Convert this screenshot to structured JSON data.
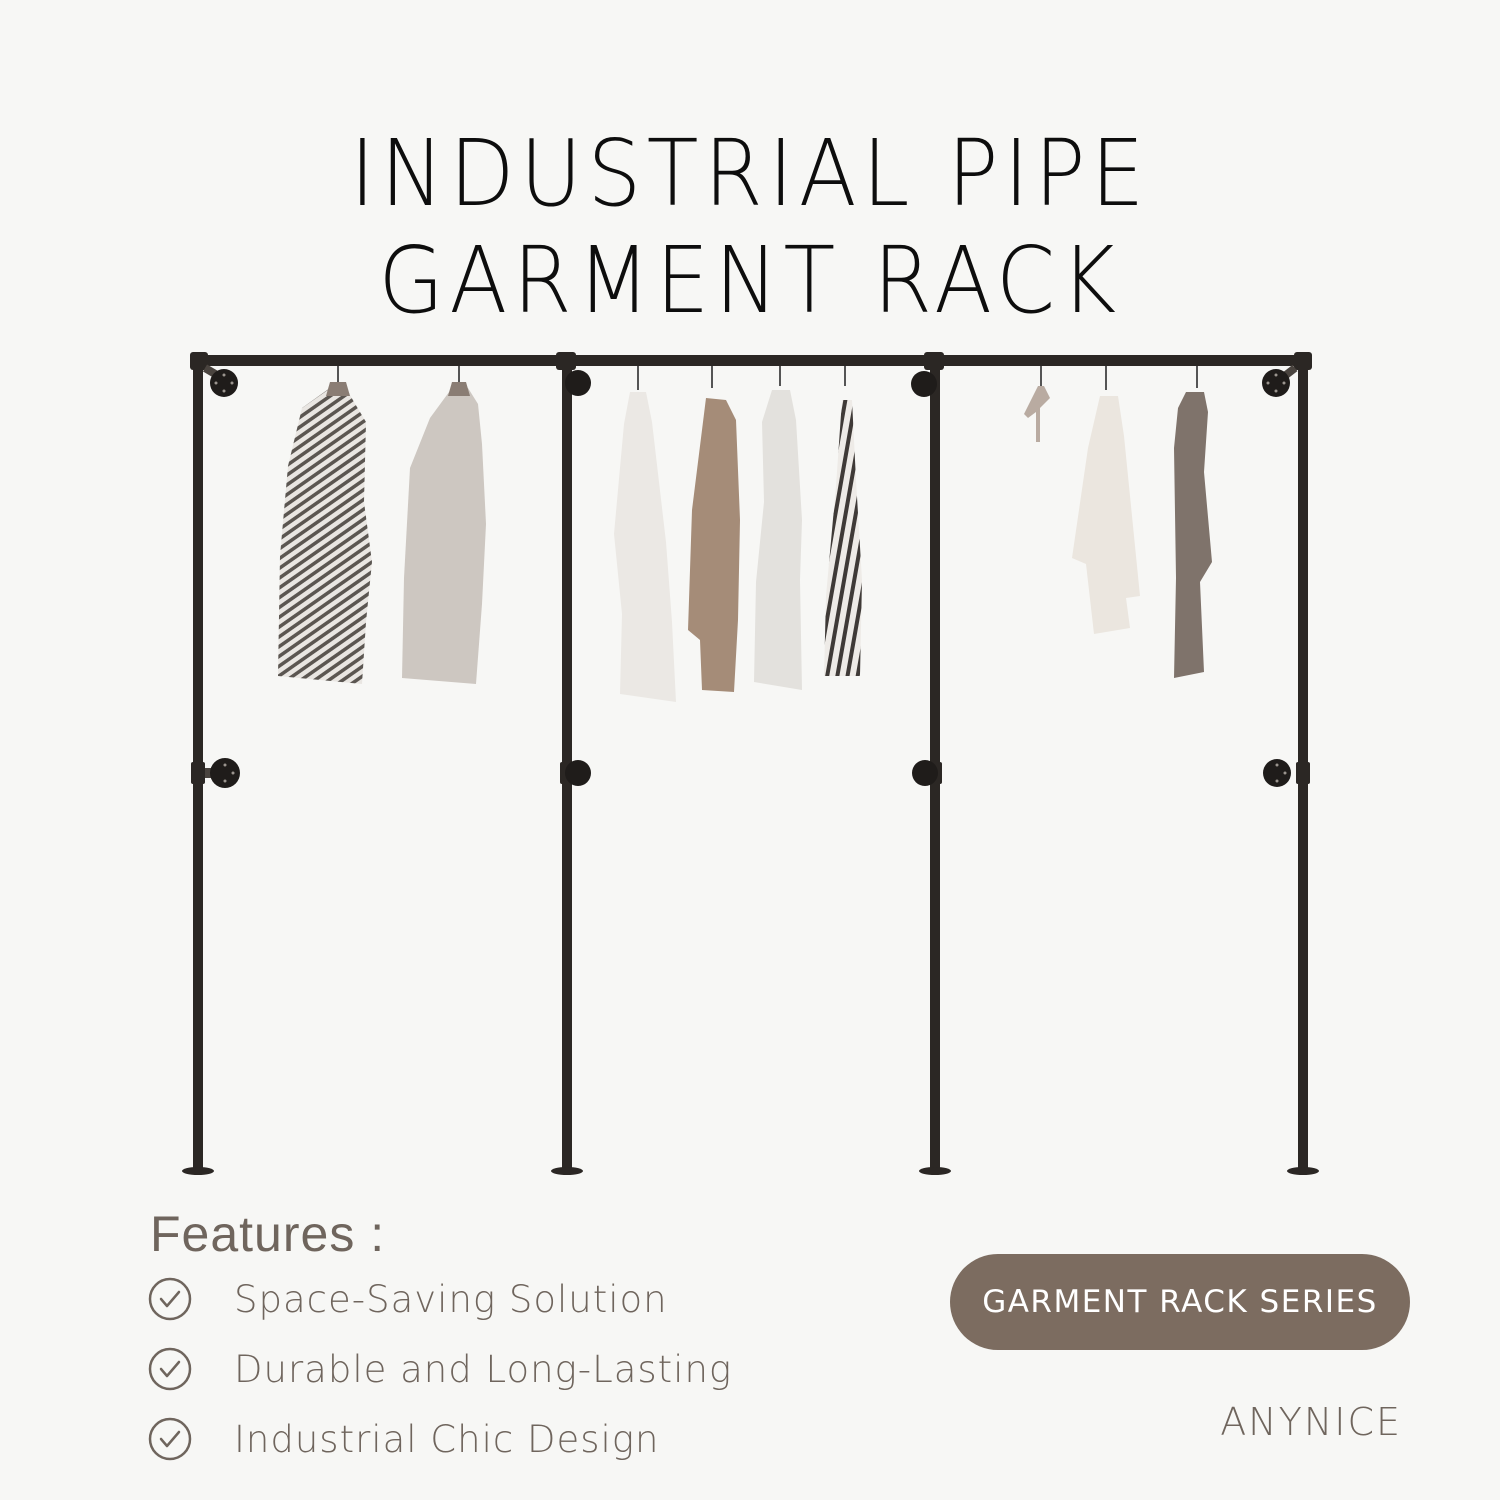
{
  "title": {
    "line1": "INDUSTRIAL PIPE",
    "line2": "GARMENT RACK"
  },
  "product_image": {
    "description": "Wall-mounted black industrial pipe garment rack with three bays and hanging clothes",
    "pipe_color": "#2b2724",
    "uprights": 4,
    "garments": [
      {
        "bay": 1,
        "type": "striped jacket",
        "color": "#8f8a85"
      },
      {
        "bay": 1,
        "type": "grey blazer",
        "color": "#c9c3bd"
      },
      {
        "bay": 2,
        "type": "white shirt",
        "color": "#e8e5e1"
      },
      {
        "bay": 2,
        "type": "taupe cardigan",
        "color": "#a48b77"
      },
      {
        "bay": 2,
        "type": "white sleeveless dress",
        "color": "#e2e0dc"
      },
      {
        "bay": 2,
        "type": "striped scarf",
        "color": "#5a5450"
      },
      {
        "bay": 3,
        "type": "empty hanger",
        "color": "#b8aaa0"
      },
      {
        "bay": 3,
        "type": "cream shirt",
        "color": "#ebe6df"
      },
      {
        "bay": 3,
        "type": "brown trousers",
        "color": "#7e726a"
      }
    ]
  },
  "features": {
    "heading": "Features :",
    "items": [
      {
        "label": "Space-Saving Solution",
        "icon": "check-circle-icon"
      },
      {
        "label": "Durable and Long-Lasting",
        "icon": "check-circle-icon"
      },
      {
        "label": "Industrial Chic Design",
        "icon": "check-circle-icon"
      }
    ]
  },
  "badge": {
    "label": "GARMENT RACK SERIES",
    "color": "#7c6c60"
  },
  "brand": "ANYNICE",
  "colors": {
    "background": "#f7f7f5",
    "text_dark": "#0d0d0d",
    "text_muted": "#6f655d"
  }
}
